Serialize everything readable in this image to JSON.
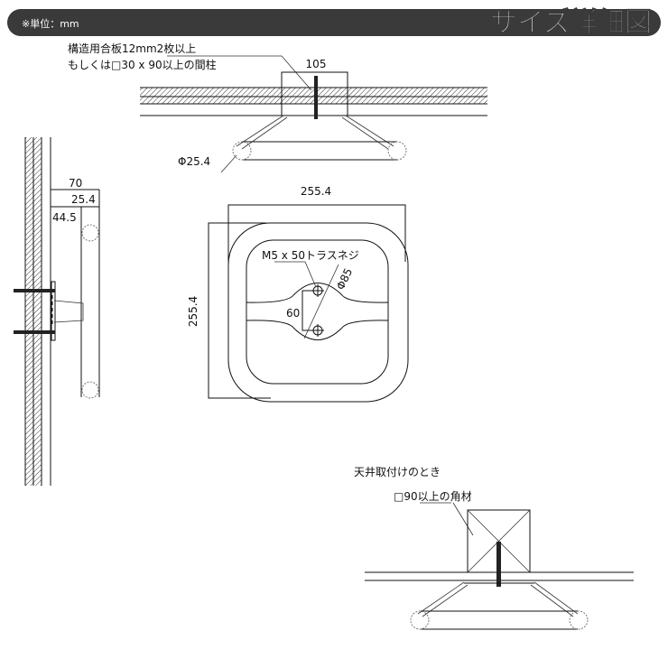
{
  "header": {
    "unit_note": "※単位：mm",
    "title": "サイズ詳細図",
    "bar_color": "#3a3a3a"
  },
  "top_view": {
    "material_line1": "構造用合板12mm2枚以上",
    "material_line2": "もしくは□30 x 90以上の間柱",
    "base_width": "105",
    "tube_diameter": "Φ25.4"
  },
  "side_view": {
    "depth_total": "70",
    "tube_size": "25.4",
    "offset": "44.5"
  },
  "front_view": {
    "width": "255.4",
    "height": "255.4",
    "screw": "M5 x 50トラスネジ",
    "base_diameter": "Φ85",
    "hole_pitch": "60"
  },
  "ceiling_view": {
    "title": "天井取付けのとき",
    "material": "□90以上の角材"
  }
}
